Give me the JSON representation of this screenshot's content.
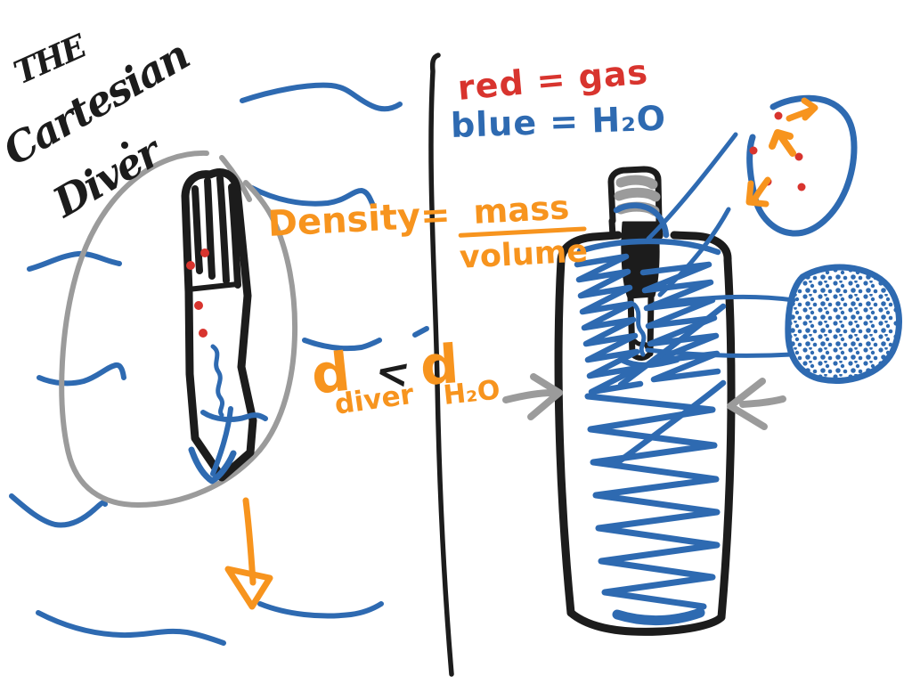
{
  "colors": {
    "ink": "#1c1c1c",
    "blue": "#2e6ab1",
    "red": "#d8342e",
    "orange": "#f7941e",
    "gray": "#9b9b9b"
  },
  "title": {
    "word1": "THE",
    "word2": "Cartesian",
    "word3": "Diver"
  },
  "legend": {
    "gas_label": "red = gas",
    "water_label": "blue = H₂O"
  },
  "density": {
    "lhs": "Density=",
    "numerator": "mass",
    "denominator": "volume"
  },
  "inequality": {
    "d_left": "d",
    "sub_left": "diver",
    "comparator": "<",
    "d_right": "d",
    "sub_right": "H₂O"
  }
}
